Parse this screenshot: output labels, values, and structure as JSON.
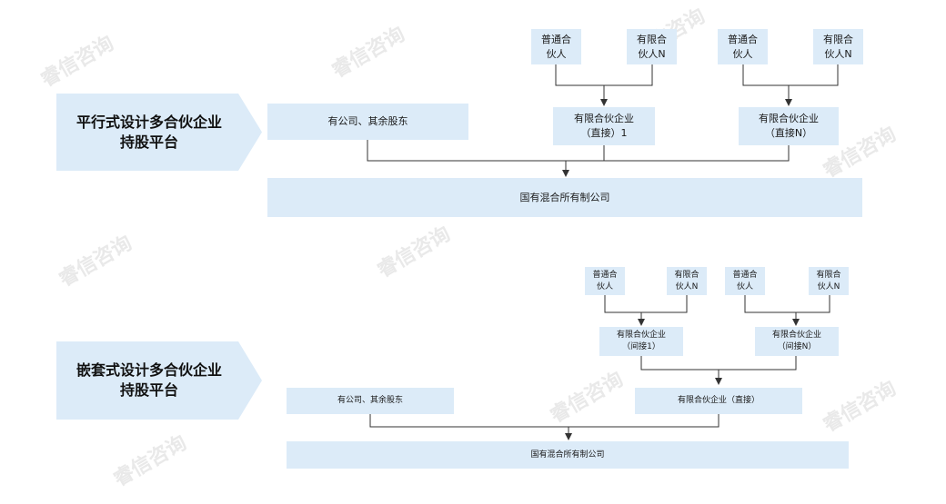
{
  "watermark": "睿信咨询",
  "colors": {
    "box_fill": "#dcebf8",
    "line": "#333333"
  },
  "parallel": {
    "banner": "平行式设计多合伙企业\n持股平台",
    "other_shareholders": "有公司、其余股东",
    "target": "国有混合所有制公司",
    "group1": {
      "gp": "普通合\n伙人",
      "lp": "有限合\n伙人N",
      "lp_enterprise": "有限合伙企业\n（直接）1"
    },
    "group2": {
      "gp": "普通合\n伙人",
      "lp": "有限合\n伙人N",
      "lp_enterprise": "有限合伙企业\n（直接N）"
    }
  },
  "nested": {
    "banner": "嵌套式设计多合伙企业\n持股平台",
    "other_shareholders": "有公司、其余股东",
    "target": "国有混合所有制公司",
    "direct_enterprise": "有限合伙企业（直接）",
    "group1": {
      "gp": "普通合\n伙人",
      "lp": "有限合\n伙人N",
      "lp_enterprise": "有限合伙企业\n（间接1）"
    },
    "group2": {
      "gp": "普通合\n伙人",
      "lp": "有限合\n伙人N",
      "lp_enterprise": "有限合伙企业\n（间接N）"
    }
  }
}
